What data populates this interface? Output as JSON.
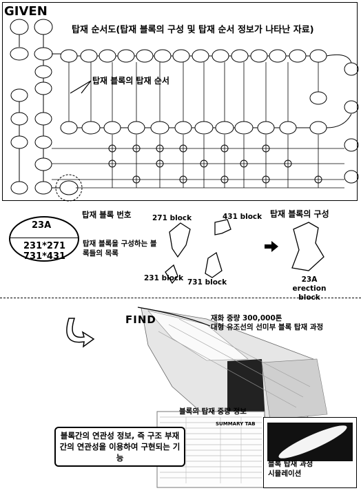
{
  "given": {
    "label": "GIVEN",
    "sequence_title": "탑재 순서도(탑재 블록의 구성 및 탑재 순서 정보가 나타난 자료)",
    "sequence_order": "탑재 블록의 탑재 순서"
  },
  "legend": {
    "block_number_label": "탑재 블록 번호",
    "block_list_label": "탑재 블록을 구성하는 블록들의 목록",
    "oval_title": "23A",
    "oval_row1": "231*271",
    "oval_row2": "731*431"
  },
  "blocks": {
    "b271": "271 block",
    "b431": "431 block",
    "b231": "231 block",
    "b731": "731 block",
    "erection": "23A erection block",
    "composition_label": "탑재 블록의 구성"
  },
  "find": {
    "label": "FIND",
    "ship_caption_1": "재화 중량 300,000톤",
    "ship_caption_2": "대형 유조선의 선미부 블록 탑재 과정",
    "load_caption": "블록의 탑재 중량 정보",
    "description": "블록간의 연관성 정보, 즉 구조 부재간의 연관성을 이용하여 구현되는 기능",
    "summary_label": "SUMMARY TAB",
    "sim_caption_1": "블록 탑재 과정",
    "sim_caption_2": "시뮬레이션"
  },
  "colors": {
    "ink": "#000000",
    "paper": "#ffffff",
    "gray": "#8a8a8a"
  }
}
